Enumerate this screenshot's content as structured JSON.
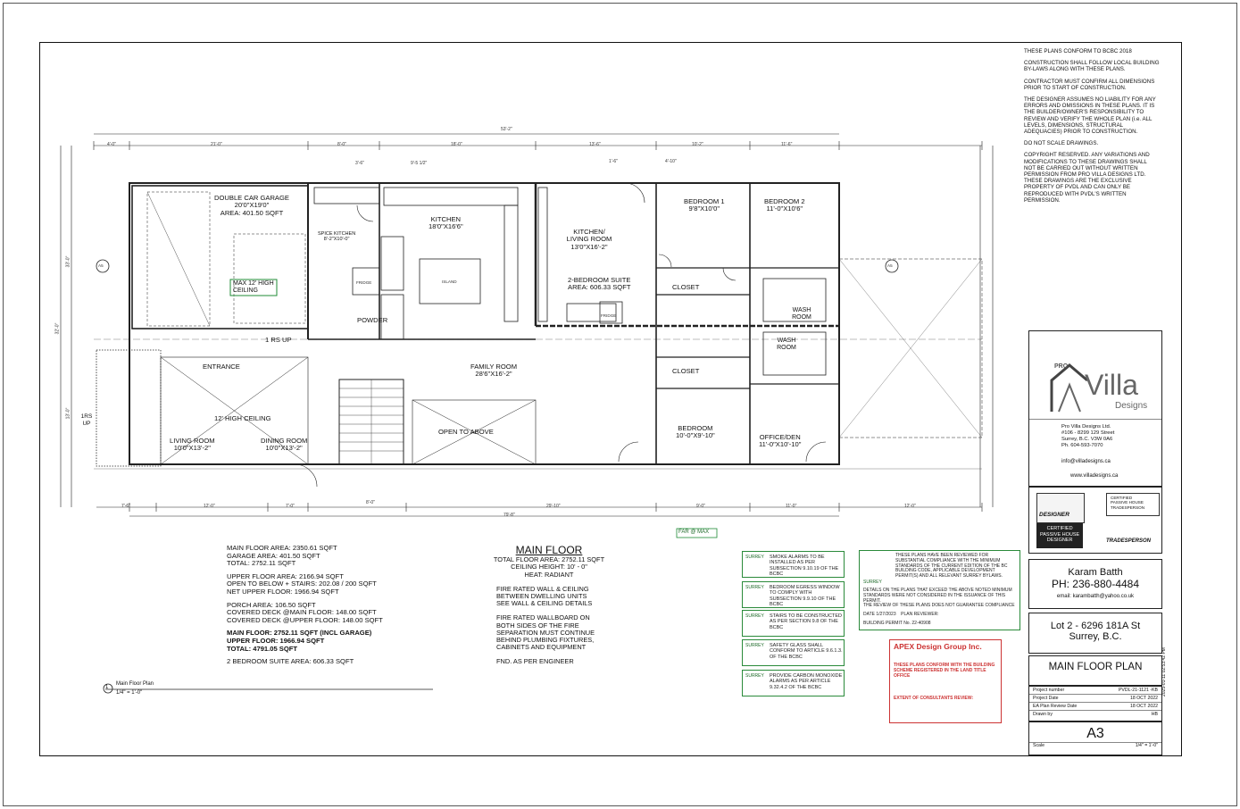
{
  "notes": [
    "THESE PLANS CONFORM TO BCBC 2018",
    "CONSTRUCTION SHALL FOLLOW LOCAL BUILDING BY-LAWS ALONG WITH THESE PLANS.",
    "CONTRACTOR MUST CONFIRM ALL DIMENSIONS PRIOR TO START OF CONSTRUCTION.",
    "THE DESIGNER ASSUMES NO LIABILITY FOR ANY ERRORS AND OMISSIONS IN THESE PLANS. IT IS THE BUILDER/OWNER'S RESPONSIBILITY TO REVIEW AND VERIFY THE WHOLE PLAN (i.e. ALL LEVELS, DIMENSIONS, STRUCTURAL ADEQUACIES) PRIOR TO CONSTRUCTION.",
    "DO NOT SCALE DRAWINGS.",
    "COPYRIGHT RESERVED. ANY VARIATIONS AND MODIFICATIONS TO THESE DRAWINGS SHALL NOT BE CARRIED OUT WITHOUT WRITTEN PERMISSION FROM PRO VILLA DESIGNS LTD. THESE DRAWINGS ARE THE EXCLUSIVE PROPERTY OF PVDL AND CAN ONLY BE REPRODUCED WITH PVDL'S WRITTEN PERMISSION."
  ],
  "company": {
    "logo_pro": "PRO",
    "logo_villa": "Villa",
    "logo_designs": "Designs",
    "name": "Pro Villa Designs Ltd.",
    "address1": "#106 - 8299 129 Street",
    "address2": "Surrey, B.C. V3W 0A6",
    "phone": "Ph. 604-593-7070",
    "email": "info@villadesigns.ca",
    "web": "www.villadesigns.ca"
  },
  "cert": {
    "designer": "DESIGNER",
    "passive1": "CERTIFIED",
    "passive2": "PASSIVE HOUSE",
    "passive3": "TRADESPERSON",
    "cert_designer1": "CERTIFIED",
    "cert_designer2": "PASSIVE HOUSE",
    "cert_designer3": "DESIGNER",
    "tradesperson": "TRADESPERSON"
  },
  "client": {
    "name": "Karam Batth",
    "phone": "PH: 236-880-4484",
    "email": "email: karambatth@yahoo.co.uk"
  },
  "lot": {
    "line1": "Lot 2 - 6296 181A St",
    "line2": "Surrey, B.C."
  },
  "sheet_title": "MAIN FLOOR PLAN",
  "project_table": [
    {
      "label": "Project number",
      "value": "PVDL-21-1121 -KB"
    },
    {
      "label": "Project Date",
      "value": "18 OCT 2022"
    },
    {
      "label": "EA Plan Review Date",
      "value": "18 OCT 2022"
    },
    {
      "label": "Drawn by",
      "value": "HB"
    }
  ],
  "sheet_number": "A3",
  "scale_label": "Scale",
  "scale_value": "1/4\" = 1'-0\"",
  "side_stamp": "2025-01-11 02:53:42 PM",
  "area_summary": [
    [
      "MAIN FLOOR AREA: 2350.61 SQFT",
      "GARAGE AREA: 401.50 SQFT",
      "TOTAL: 2752.11 SQFT"
    ],
    [
      "UPPER FLOOR AREA: 2166.94 SQFT",
      "OPEN TO BELOW + STAIRS: 202.08 / 200 SQFT",
      "NET UPPER FLOOR: 1966.94 SQFT"
    ],
    [
      "PORCH AREA: 106.50 SQFT",
      "COVERED DECK @MAIN FLOOR: 148.00 SQFT",
      "COVERED DECK @UPPER FLOOR: 148.00 SQFT"
    ],
    [
      "MAIN FLOOR: 2752.11 SQFT (INCL GARAGE)",
      "UPPER FLOOR: 1966.94 SQFT",
      "TOTAL: 4791.05 SQFT"
    ],
    [
      "2 BEDROOM SUITE AREA: 606.33 SQFT"
    ]
  ],
  "main_floor": {
    "title": "MAIN FLOOR",
    "total_area": "TOTAL FLOOR AREA: 2752.11 SQFT",
    "ceiling": "CEILING HEIGHT: 10' - 0\"",
    "heat": "HEAT: RADIANT",
    "block1": [
      "FIRE RATED WALL & CEILING",
      "BETWEEN DWELLING UNITS",
      "SEE WALL & CEILING DETAILS"
    ],
    "block2": [
      "FIRE RATED WALLBOARD ON",
      "BOTH SIDES OF THE FIRE",
      "SEPARATION MUST CONTINUE",
      "BEHIND PLUMBING FIXTURES,",
      "CABINETS AND EQUIPMENT"
    ],
    "fnd": "FND. AS PER ENGINEER"
  },
  "view_label": {
    "number": "1",
    "name": "Main Floor Plan",
    "scale": "1/4\" = 1'-0\""
  },
  "far_label": "FAR @ MAX",
  "surrey_notes": [
    "SMOKE ALARMS TO BE INSTALLED AS PER SUBSECTION 9.10.19 OF THE BCBC",
    "BEDROOM EGRESS WINDOW TO COMPLY WITH SUBSECTION 9.9.10 OF THE BCBC",
    "STAIRS TO BE CONSTRUCTED AS PER SECTION 9.8 OF THE BCBC",
    "SAFETY GLASS SHALL CONFORM TO ARTICLE 9.6.1.3. OF THE BCBC",
    "PROVIDE CARBON MONOXIDE ALARMS AS PER ARTICLE 9.32.4.2 OF THE BCBC"
  ],
  "surrey_label": "SURREY",
  "review_stamp": {
    "text": "THESE PLANS HAVE BEEN REVIEWED FOR SUBSTANTIAL COMPLIANCE WITH THE MINIMUM STANDARDS OF THE CURRENT EDITION OF THE BC BUILDING CODE, APPLICABLE DEVELOPMENT PERMIT(S) AND ALL RELEVANT SURREY BYLAWS.",
    "details": "DETAILS ON THE PLANS THAT EXCEED THE ABOVE NOTED MINIMUM STANDARDS WERE NOT CONSIDERED IN THE ISSUANCE OF THIS PERMIT.",
    "guarantee": "THE REVIEW OF THESE PLANS DOES NOT GUARANTEE COMPLIANCE",
    "date_label": "DATE",
    "date": "1/27/2023",
    "reviewer_label": "PLAN REVIEWER:",
    "permit_label": "BUILDING PERMIT No.",
    "permit": "22-40908"
  },
  "apex": {
    "name": "APEX Design Group Inc.",
    "line1": "THESE PLANS CONFORM WITH THE BUILDING",
    "line2": "SCHEME REGISTERED IN THE LAND TITLE OFFICE",
    "line3": "EXTENT OF CONSULTANTS REVIEW:"
  },
  "rooms": {
    "garage_title": "DOUBLE CAR GARAGE",
    "garage_size": "20'0\"X19'0\"",
    "garage_area": "AREA: 401.50 SQFT",
    "max_ceiling": "MAX 12' HIGH CEILING",
    "spice": "SPICE KITCHEN",
    "spice_size": "8'-2\"X10'-0\"",
    "kitchen": "KITCHEN",
    "kitchen_size": "18'0\"X16'6\"",
    "island": "ISLAND",
    "fridge": "FRIDGE",
    "powder": "POWDER",
    "family": "FAMILY ROOM",
    "family_size": "28'6\"X16'-2\"",
    "entrance": "ENTRANCE",
    "high_ceiling": "12' HIGH CEILING",
    "living": "LIVING ROOM",
    "living_size": "10'0\"X13'-2\"",
    "dining": "DINING ROOM",
    "dining_size": "10'0\"X13'-2\"",
    "open_above": "OPEN TO ABOVE",
    "suite_kitchen": "KITCHEN/ LIVING ROOM",
    "suite_kitchen_size": "13'0\"X16'-2\"",
    "suite_label": "2-BEDROOM SUITE",
    "suite_area": "AREA: 606.33 SQFT",
    "bedroom1": "BEDROOM 1",
    "bedroom1_size": "9'8\"X10'0\"",
    "bedroom2": "BEDROOM 2",
    "bedroom2_size": "11'-0\"X10'6\"",
    "closet": "CLOSET",
    "wash": "WASH ROOM",
    "bedroom": "BEDROOM",
    "bedroom_size": "10'-0\"X9'-10\"",
    "office": "OFFICE/DEN",
    "office_size": "11'-0\"X10'-10\"",
    "rs_up": "1 RS UP",
    "rs_up2": "1RS UP",
    "section": "A5"
  },
  "dims": {
    "overall_top": "53'-2\"",
    "overall_bottom": "79'-8\"",
    "d1": "4'-0\"",
    "d2": "21'-0\"",
    "d3": "8'-0\"",
    "d4": "18'-0\"",
    "d5": "13'-6\"",
    "d6": "10'-2\"",
    "d7": "11'-6\"",
    "d8": "7'-6\"",
    "d9": "12'-0\"",
    "d10": "7'-0\"",
    "d11": "8'-0\"",
    "d12": "29'-10\"",
    "d13": "9'-0\"",
    "d14": "11'-0\"",
    "d15": "12'-0\"",
    "d16": "3'-6\"",
    "d17": "9'-5 1/2\"",
    "d18": "4'-10\"",
    "d19": "1'-6\"",
    "left1": "33'-0\"",
    "left2": "32'-0\"",
    "left3": "13'-0\""
  }
}
